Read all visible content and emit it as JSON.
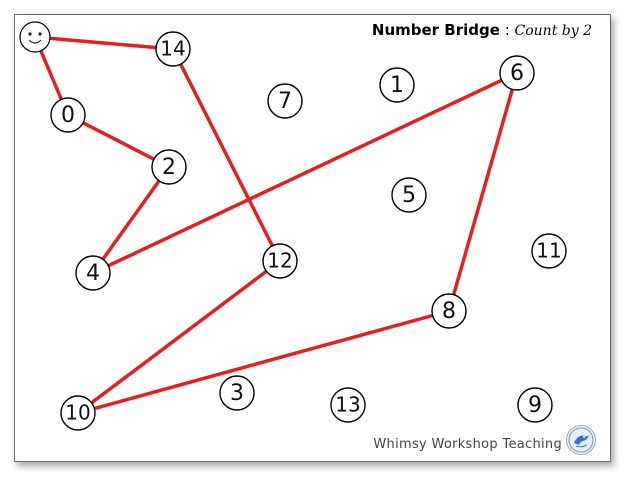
{
  "title": {
    "main": "Number Bridge",
    "separator": " : ",
    "sub": "Count by 2"
  },
  "footer": {
    "credit": "Whimsy Workshop Teaching"
  },
  "colors": {
    "bridge_line": "#e3201f",
    "circle_stroke": "#000000"
  },
  "start_icon": "smiley-face-icon",
  "path_sequence": [
    "start",
    "0",
    "2",
    "4",
    "6",
    "8",
    "10",
    "12",
    "14",
    "start"
  ],
  "numbers": [
    "14",
    "7",
    "1",
    "6",
    "0",
    "2",
    "5",
    "4",
    "12",
    "11",
    "8",
    "10",
    "3",
    "13",
    "9"
  ]
}
